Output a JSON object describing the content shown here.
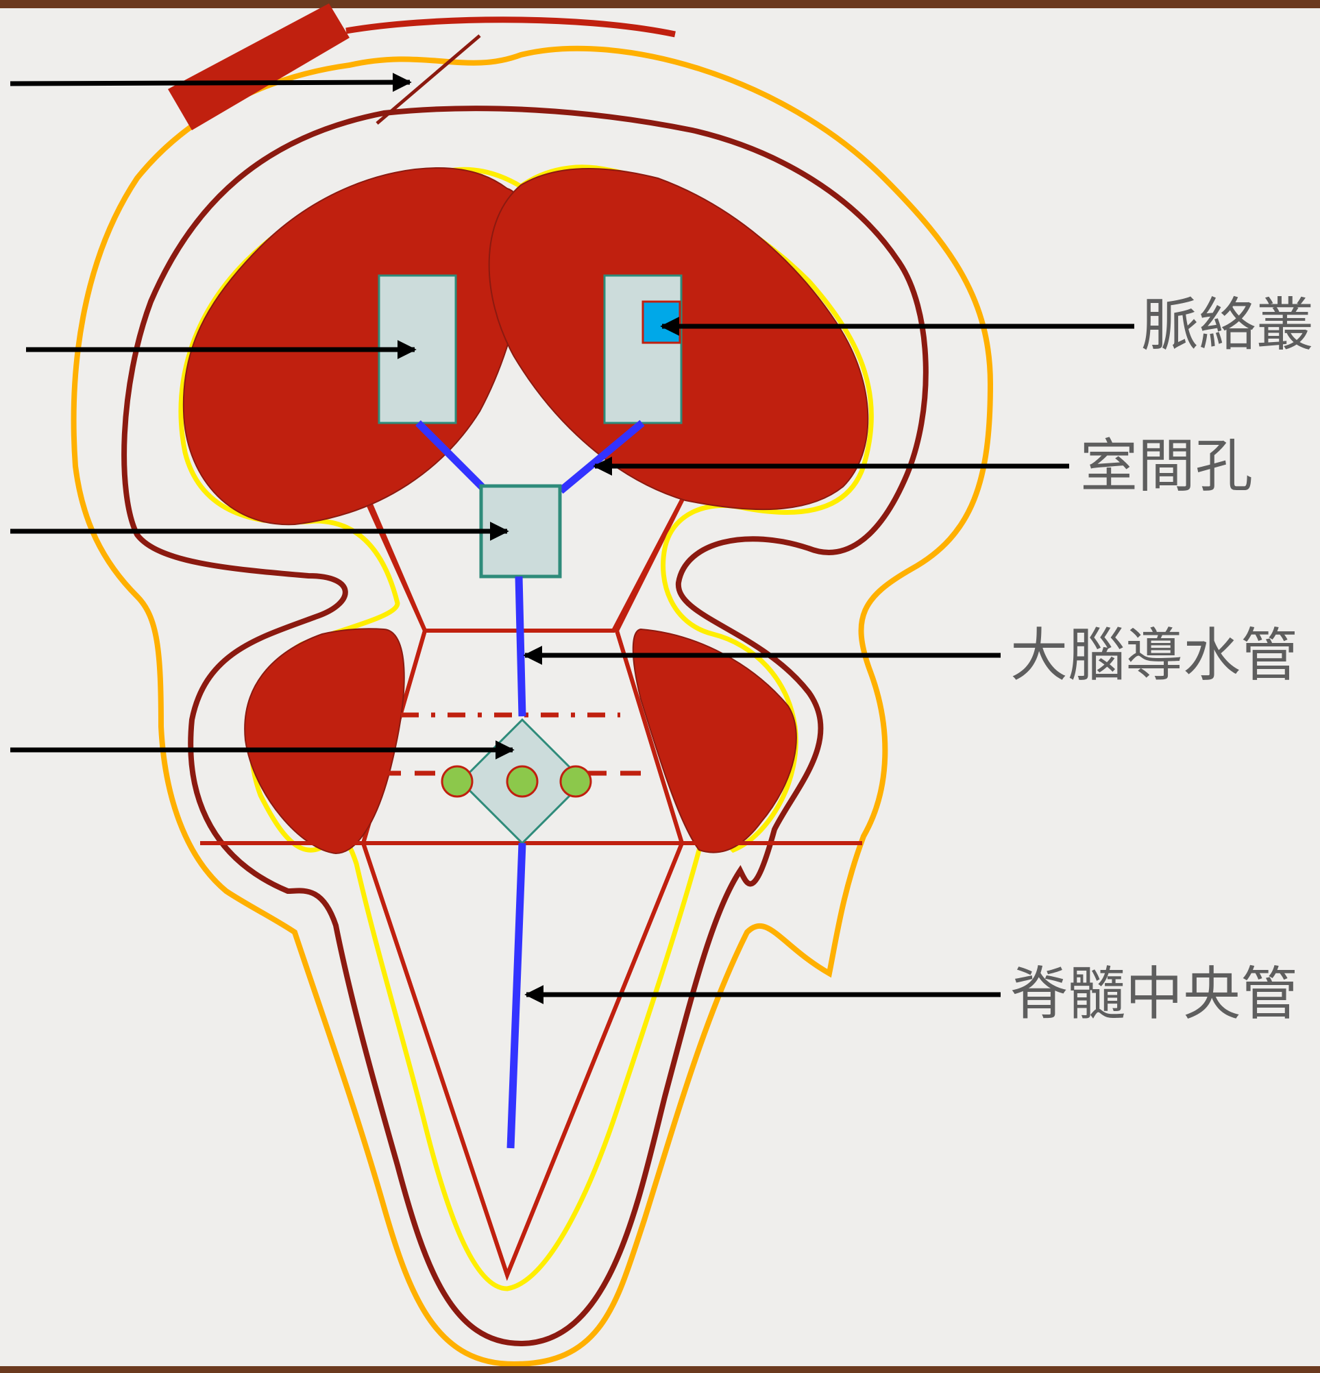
{
  "labels": {
    "choroid_plexus": "脈絡叢",
    "interventricular_foramen": "室間孔",
    "cerebral_aqueduct": "大腦導水管",
    "spinal_central_canal": "脊髓中央管"
  },
  "colors": {
    "tissue_red": "#c0200f",
    "dark_red_outline": "#8b1a10",
    "orange_outline": "#ffb000",
    "yellow_outline": "#ffee00",
    "ventricle_fill": "#ccdcdb",
    "ventricle_border": "#2e8b7a",
    "canal_blue": "#3333ff",
    "plexus_blue": "#00a8e8",
    "nucleus_green": "#8cc84b",
    "arrow": "#000000",
    "background": "#efeeec"
  }
}
